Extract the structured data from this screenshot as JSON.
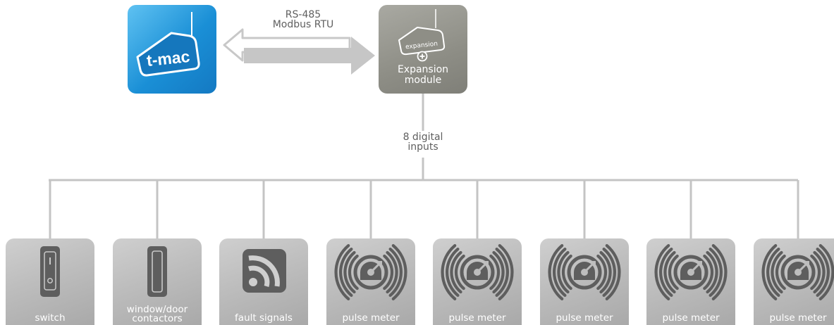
{
  "link": {
    "line1": "RS-485",
    "line2": "Modbus RTU"
  },
  "tmac": {
    "logo_text": "t-mac"
  },
  "expansion": {
    "badge_text": "expansion",
    "label_line1": "Expansion",
    "label_line2": "module"
  },
  "bus": {
    "label_line1": "8 digital",
    "label_line2": "inputs"
  },
  "devices": [
    {
      "icon": "switch-icon",
      "label": "switch"
    },
    {
      "icon": "contact-icon",
      "label": "window/door contactors"
    },
    {
      "icon": "fault-signal-icon",
      "label": "fault signals"
    },
    {
      "icon": "pulse-meter-icon",
      "label": "pulse meter"
    },
    {
      "icon": "pulse-meter-icon",
      "label": "pulse meter"
    },
    {
      "icon": "pulse-meter-icon",
      "label": "pulse meter"
    },
    {
      "icon": "pulse-meter-icon",
      "label": "pulse meter"
    },
    {
      "icon": "pulse-meter-icon",
      "label": "pulse meter"
    }
  ],
  "colors": {
    "tmac_blue": "#1a8fd6",
    "expansion_gray": "#8e8e86",
    "device_gray": "#bdbdbd",
    "line_gray": "#c4c4c4"
  }
}
